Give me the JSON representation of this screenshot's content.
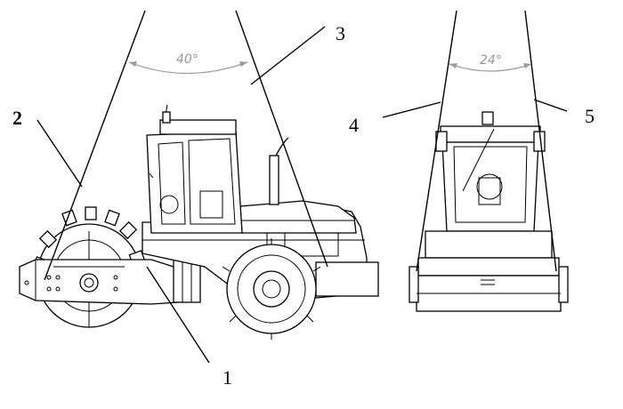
{
  "angles": {
    "side_view": "40°",
    "front_view": "24°"
  },
  "callouts": {
    "c1": "1",
    "c2": "2",
    "c3": "3",
    "c4": "4",
    "c5": "5"
  }
}
